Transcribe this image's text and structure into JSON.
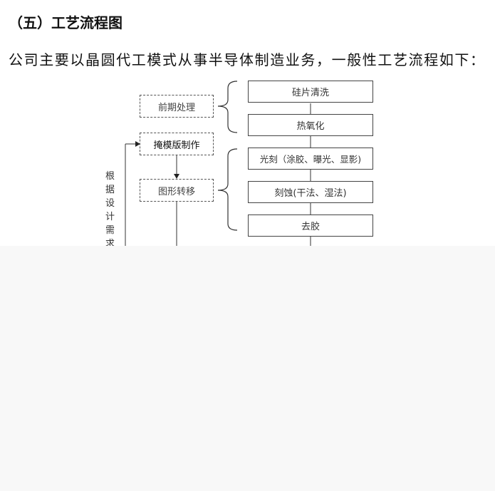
{
  "heading": "（五）工艺流程图",
  "paragraph": "公司主要以晶圆代工模式从事半导体制造业务，一般性工艺流程如下：",
  "diagram": {
    "stages": [
      "前期处理",
      "掩模版制作",
      "图形转移"
    ],
    "steps": [
      "硅片清洗",
      "热氧化",
      "光刻（涂胶、曝光、显影)",
      "刻蚀(干法、湿法)",
      "去胶"
    ],
    "side_label": "根据设计需求多"
  }
}
